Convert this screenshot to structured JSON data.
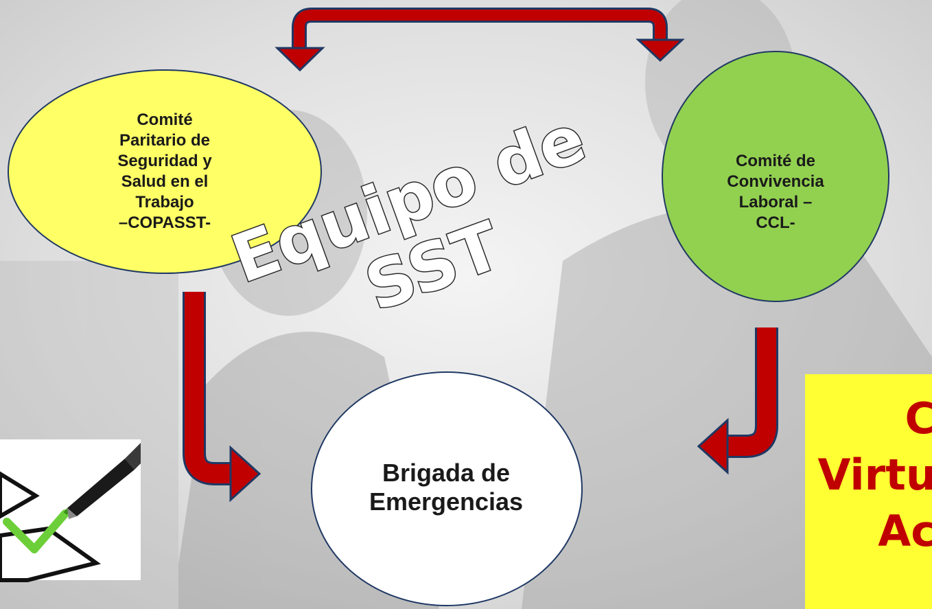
{
  "diagram": {
    "center_label": [
      "Equipo de",
      "SST"
    ],
    "nodes": [
      {
        "id": "copasst",
        "lines": [
          "Comité",
          "Paritario de",
          "Seguridad y",
          "Salud en el",
          "Trabajo",
          "–COPASST-"
        ],
        "fill": "#ffff66"
      },
      {
        "id": "ccl",
        "lines": [
          "Comité de",
          "Convivencia",
          "Laboral –",
          "CCL-"
        ],
        "fill": "#92d050"
      },
      {
        "id": "brigada",
        "lines": [
          "Brigada de",
          "Emergencias"
        ],
        "fill": "#ffffff"
      }
    ],
    "arrow_color": "#c00000",
    "outline_color": "#1f3864"
  },
  "side_note": {
    "lines": [
      "C",
      "Virtu",
      "Ac"
    ],
    "background": "#ffff33",
    "text_color": "#c00000"
  },
  "icons": {
    "checklist": "checklist-pen-icon"
  }
}
